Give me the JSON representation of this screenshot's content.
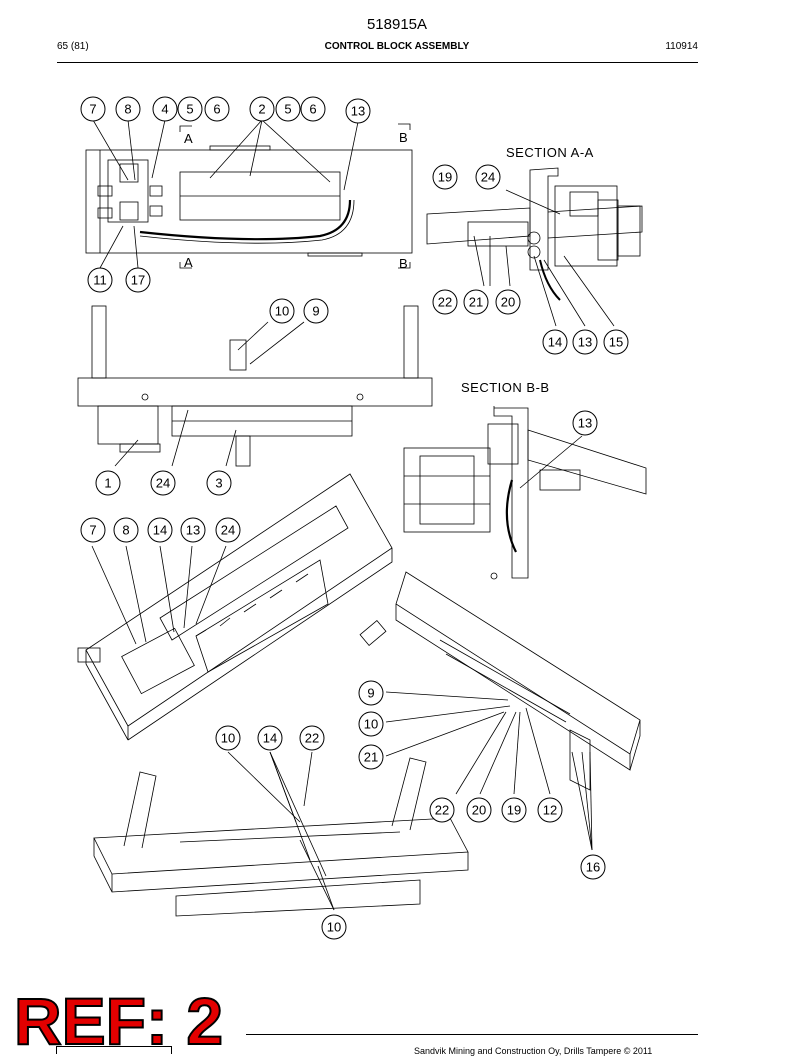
{
  "header": {
    "doc_number": "518915A",
    "page": "65 (81)",
    "title": "CONTROL BLOCK ASSEMBLY",
    "date_code": "110914"
  },
  "views": {
    "section_aa": "SECTION  A-A",
    "section_bb": "SECTION  B-B",
    "cut_a": "A",
    "cut_b": "B"
  },
  "callouts": [
    "7",
    "8",
    "4",
    "5",
    "6",
    "2",
    "5",
    "6",
    "13",
    "11",
    "17",
    "19",
    "24",
    "22",
    "21",
    "20",
    "14",
    "13",
    "15",
    "10",
    "9",
    "1",
    "24",
    "3",
    "13",
    "7",
    "8",
    "14",
    "13",
    "24",
    "9",
    "10",
    "21",
    "22",
    "20",
    "19",
    "12",
    "16",
    "10",
    "14",
    "22",
    "10"
  ],
  "stamp": "REF: 2",
  "footer": {
    "copyright": "Sandvik Mining and Construction Oy, Drills Tampere © 2011"
  }
}
